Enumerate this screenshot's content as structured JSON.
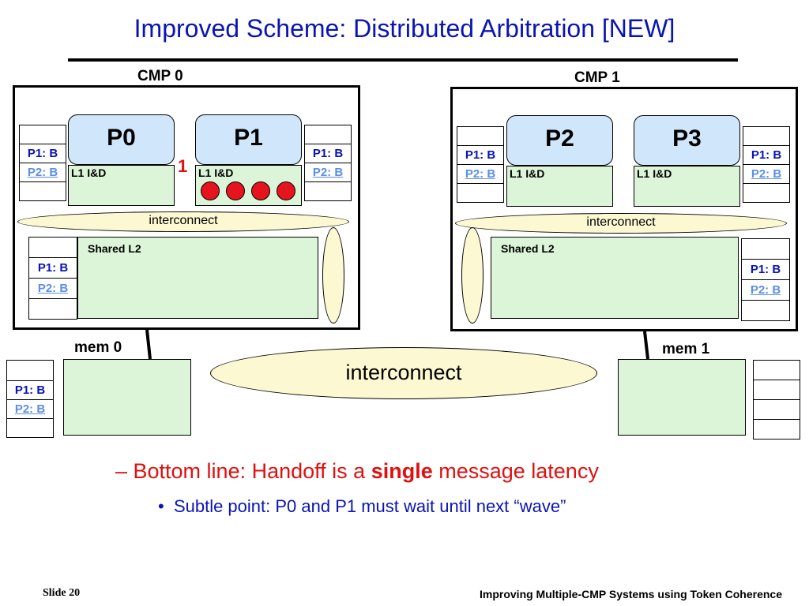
{
  "title": "Improved Scheme:  Distributed Arbitration [NEW]",
  "cmp0": {
    "label": "CMP 0",
    "p_left": "P0",
    "p_right": "P1",
    "l1_left": "L1 I&D",
    "l1_right": "L1 I&D",
    "marker": "1",
    "interconnect": "interconnect",
    "l2": "Shared L2",
    "table_left": [
      "",
      "P1: B",
      "P2: B",
      ""
    ],
    "table_right": [
      "",
      "P1: B",
      "P2: B",
      ""
    ],
    "table_l2": [
      "",
      "P1: B",
      "P2: B",
      ""
    ]
  },
  "cmp1": {
    "label": "CMP 1",
    "p_left": "P2",
    "p_right": "P3",
    "l1_left": "L1 I&D",
    "l1_right": "L1 I&D",
    "interconnect": "interconnect",
    "l2": "Shared L2",
    "table_left": [
      "",
      "P1: B",
      "P2: B",
      ""
    ],
    "table_right": [
      "",
      "P1: B",
      "P2: B",
      ""
    ],
    "table_l2": [
      "",
      "P1: B",
      "P2: B",
      ""
    ]
  },
  "mem0": {
    "label": "mem 0",
    "table": [
      "",
      "P1: B",
      "P2: B",
      ""
    ]
  },
  "mem1": {
    "label": "mem 1",
    "table": [
      "",
      "",
      "",
      ""
    ]
  },
  "interconnect_main": "interconnect",
  "bullet1": {
    "prefix": "– Bottom line:  Handoff is a ",
    "bold": "single",
    "suffix": " message latency"
  },
  "bullet2": "Subtle point:  P0 and P1 must wait until next “wave”",
  "footer_left": "Slide 20",
  "footer_right": "Improving Multiple-CMP Systems using Token Coherence",
  "colors": {
    "title": "#0a14b4",
    "bullet1": "#e01010",
    "processor": "#cfe6fb",
    "cache": "#dcf5d8",
    "interconnect": "#fbf8d2",
    "token": "#e6141e"
  }
}
